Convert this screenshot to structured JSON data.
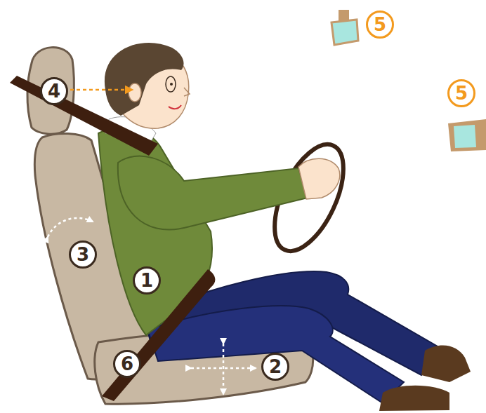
{
  "diagram": {
    "labels": [
      "5",
      "4",
      "5",
      "3",
      "1",
      "6",
      "2"
    ]
  }
}
